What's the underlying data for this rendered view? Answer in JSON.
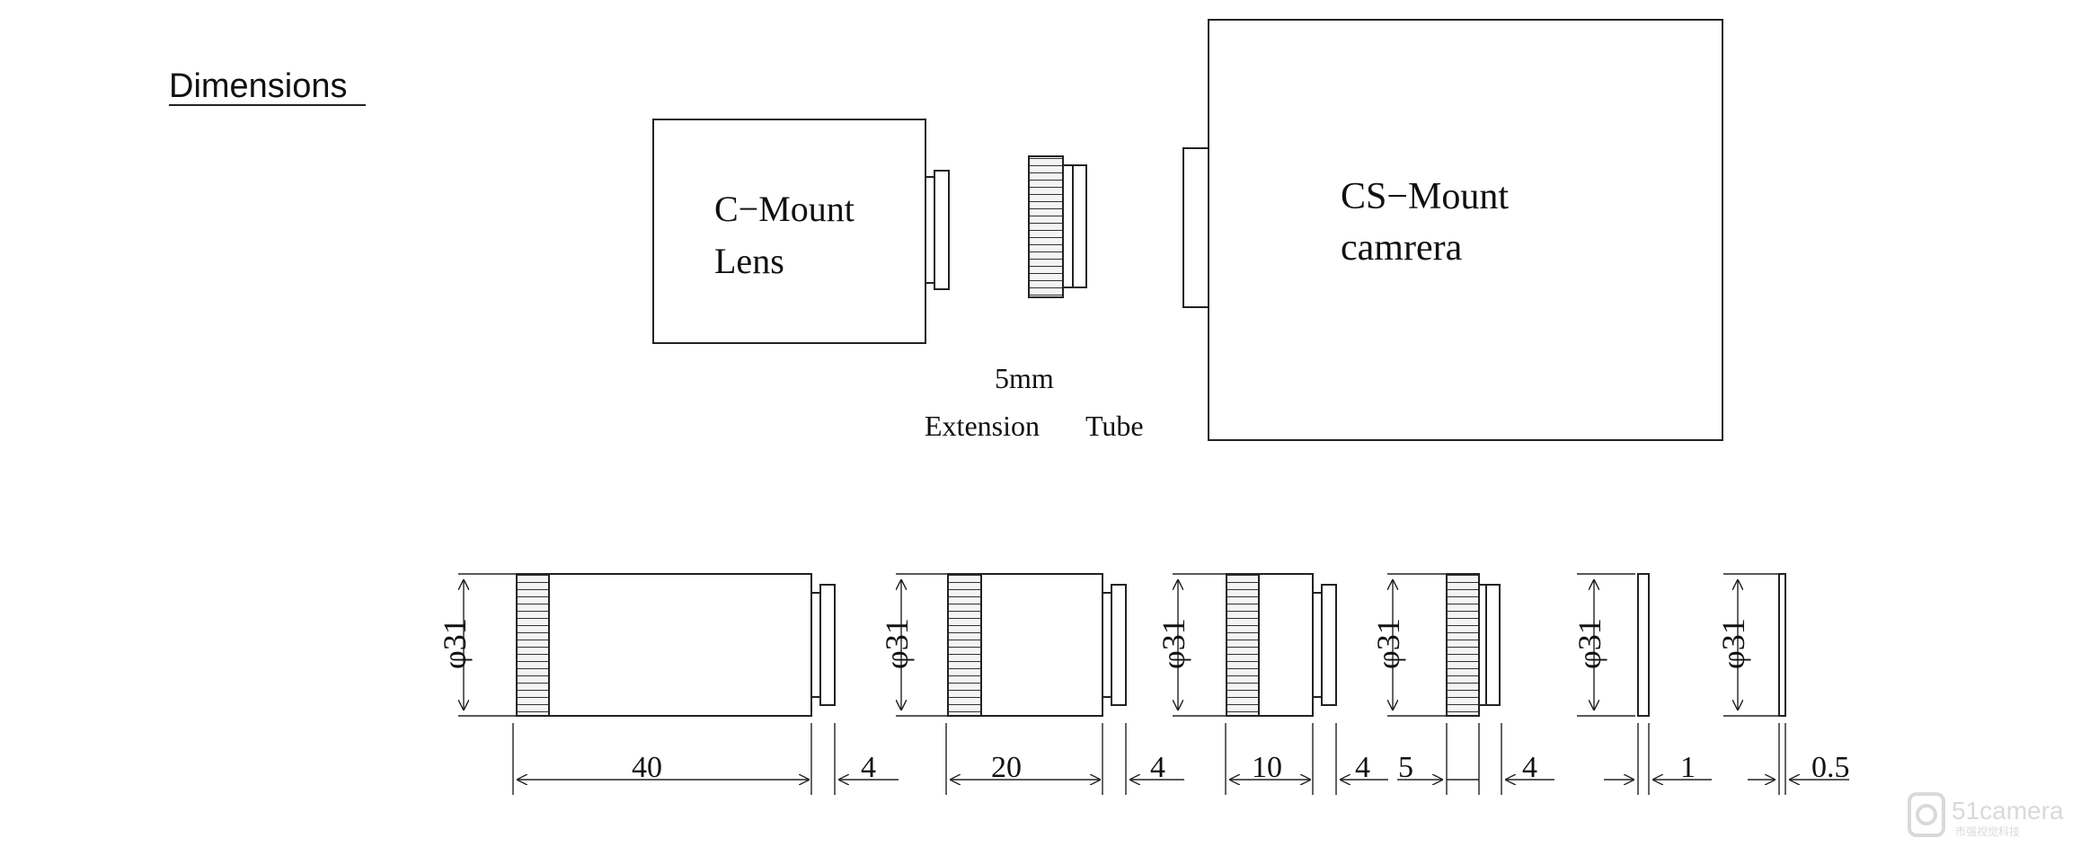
{
  "heading": "Dimensions",
  "top_diagram": {
    "lens_label_line1": "C−Mount",
    "lens_label_line2": "Lens",
    "tube_label_line1": "5mm",
    "tube_label_line2_a": "Extension",
    "tube_label_line2_b": "Tube",
    "camera_label_line1": "CS−Mount",
    "camera_label_line2": "camrera"
  },
  "tubes": [
    {
      "diameter": "φ31",
      "length": "40",
      "thread": "4"
    },
    {
      "diameter": "φ31",
      "length": "20",
      "thread": "4"
    },
    {
      "diameter": "φ31",
      "length": "10",
      "thread": "4"
    },
    {
      "diameter": "φ31",
      "length": "5",
      "thread": "4"
    },
    {
      "diameter": "φ31",
      "length": "1"
    },
    {
      "diameter": "φ31",
      "length": "0.5"
    }
  ],
  "watermark": {
    "brand": "51camera",
    "sub": "市强视觉科技"
  },
  "colors": {
    "line": "#222222",
    "knurl_fill": "#555555",
    "watermark": "#bbbbbb"
  }
}
